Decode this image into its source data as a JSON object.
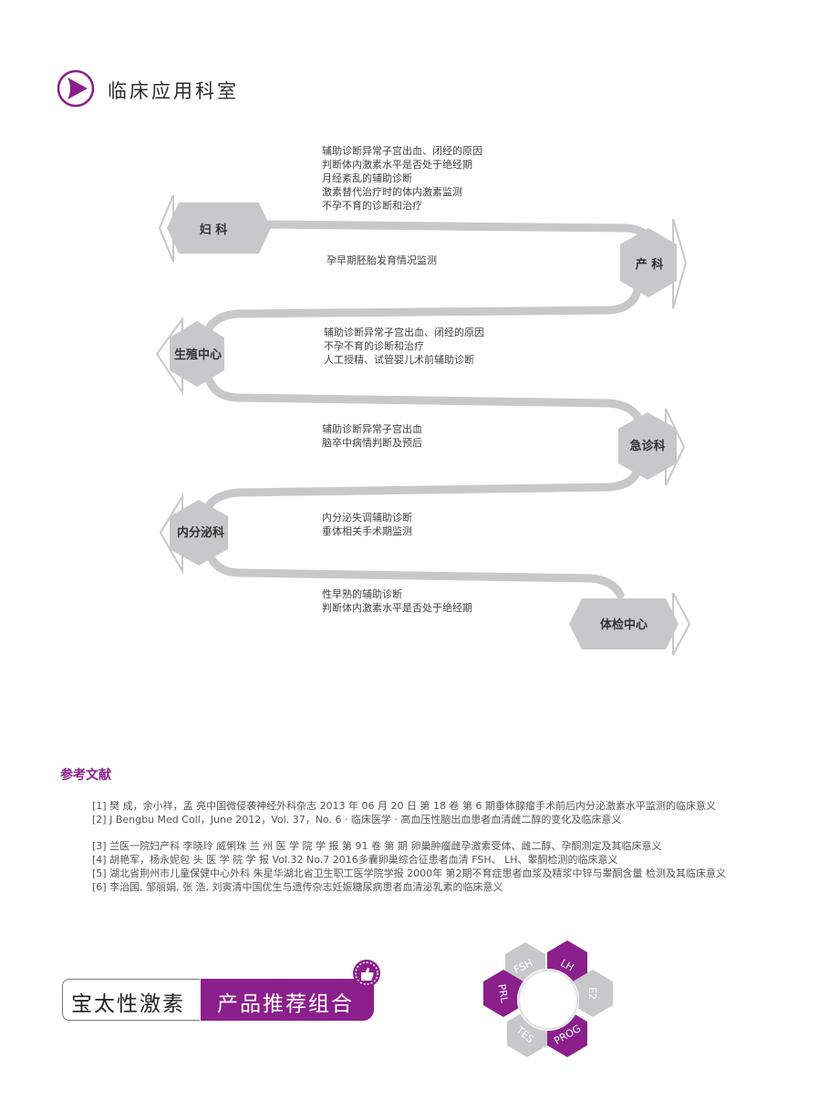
{
  "section": {
    "title": "临床应用科室"
  },
  "departments": {
    "gynecology": "妇 科",
    "obstetrics": "产 科",
    "reproductive": "生殖中心",
    "emergency": "急诊科",
    "endocrinology": "内分泌科",
    "checkup": "体检中心"
  },
  "flow_notes": {
    "gynecology": [
      "辅助诊断异常子宫出血、闭经的原因",
      "判断体内激素水平是否处于绝经期",
      "月经紊乱的辅助诊断",
      "激素替代治疗时的体内激素监测",
      "不孕不育的诊断和治疗"
    ],
    "obstetrics": [
      "孕早期胚胎发育情况监测"
    ],
    "reproductive": [
      "辅助诊断异常子宫出血、闭经的原因",
      "不孕不育的诊断和治疗",
      "人工授精、试管婴儿术前辅助诊断"
    ],
    "emergency": [
      "辅助诊断异常子宫出血",
      "脑卒中病情判断及预后"
    ],
    "endocrinology": [
      "内分泌失调辅助诊断",
      "垂体相关手术期监测"
    ],
    "checkup": [
      "性早熟的辅助诊断",
      "判断体内激素水平是否处于绝经期"
    ]
  },
  "references": {
    "title": "参考文献",
    "items": [
      "[1] 樊 成，余小祥，孟 亮中国微侵袭神经外科杂志 2013 年 06 月 20 日 第 18 卷 第 6 期垂体腺瘤手术前后内分泌激素水平监测的临床意义",
      "[2] J Bengbu Med Coll，June 2012，Vol. 37，No. 6 · 临床医学 · 高血压性脑出血患者血清雌二醇的变化及临床意义",
      "[3] 兰医一院妇产科 李晓玲 威俐珠 兰 州 医 学 院 学 报 第 91 卷 第 期 卵巢肿瘤雌孕激素受体、雌二醇、孕酮测定及其临床意义",
      "[4] 胡艳军，杨永妮包 头 医 学 院 学 报 Vol.32 No.7 2016多囊卵巢综合征患者血清 FSH、 LH、睾酮检测的临床意义",
      "[5] 湖北省荆州市儿童保健中心外科 朱星华湖北省卫生职工医学院学报 2000年 第2期不育症患者血浆及精浆中锌与睾酮含量 检测及其临床意义",
      "[6] 李治国, 邹丽娟, 张 浩, 刘寅清中国优生与遗传杂志妊娠糖尿病患者血清泌乳素的临床意义"
    ]
  },
  "banner": {
    "left": "宝太性激素",
    "right": "产品推荐组合"
  },
  "hormones": [
    "FSH",
    "LH",
    "E2",
    "PROG",
    "TES",
    "PRL"
  ],
  "colors": {
    "purple": "#8b1f8b",
    "gray": "#c8c8ca",
    "dark_gray": "#bdbdbf"
  }
}
